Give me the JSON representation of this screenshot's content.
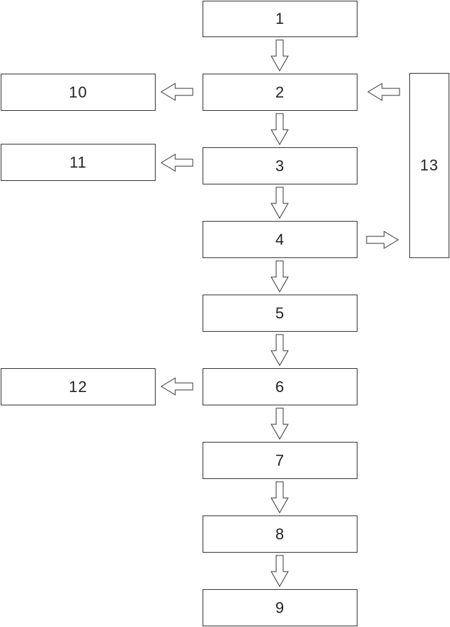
{
  "diagram": {
    "nodes": [
      {
        "id": "1",
        "label": "1"
      },
      {
        "id": "2",
        "label": "2"
      },
      {
        "id": "3",
        "label": "3"
      },
      {
        "id": "4",
        "label": "4"
      },
      {
        "id": "5",
        "label": "5"
      },
      {
        "id": "6",
        "label": "6"
      },
      {
        "id": "7",
        "label": "7"
      },
      {
        "id": "8",
        "label": "8"
      },
      {
        "id": "9",
        "label": "9"
      },
      {
        "id": "10",
        "label": "10"
      },
      {
        "id": "11",
        "label": "11"
      },
      {
        "id": "12",
        "label": "12"
      },
      {
        "id": "13",
        "label": "13"
      }
    ],
    "edges": [
      {
        "from": "1",
        "to": "2"
      },
      {
        "from": "2",
        "to": "3"
      },
      {
        "from": "3",
        "to": "4"
      },
      {
        "from": "4",
        "to": "5"
      },
      {
        "from": "5",
        "to": "6"
      },
      {
        "from": "6",
        "to": "7"
      },
      {
        "from": "7",
        "to": "8"
      },
      {
        "from": "8",
        "to": "9"
      },
      {
        "from": "2",
        "to": "10"
      },
      {
        "from": "3",
        "to": "11"
      },
      {
        "from": "6",
        "to": "12"
      },
      {
        "from": "4",
        "to": "13"
      },
      {
        "from": "13",
        "to": "2"
      }
    ]
  }
}
